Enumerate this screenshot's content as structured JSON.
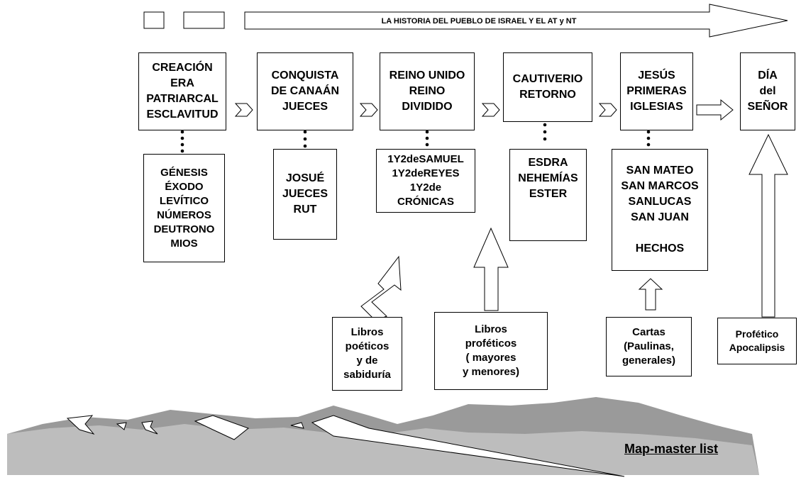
{
  "banner": {
    "title": "LA HISTORIA DEL PUEBLO DE ISRAEL Y EL AT y NT"
  },
  "periods": [
    {
      "label": "CREACIÓN\nERA\nPATRIARCAL\nESCLAVITUD"
    },
    {
      "label": "CONQUISTA\nDE CANAÁN\nJUECES"
    },
    {
      "label": "REINO UNIDO\nREINO\nDIVIDIDO"
    },
    {
      "label": "CAUTIVERIO\nRETORNO"
    },
    {
      "label": "JESÚS\nPRIMERAS\nIGLESIAS"
    },
    {
      "label": "DÍA\ndel\nSEÑOR"
    }
  ],
  "books": [
    {
      "label": "GÉNESIS\nÉXODO\nLEVÍTICO\nNÚMEROS\nDEUTRONO\nMIOS"
    },
    {
      "label": "JOSUÉ\nJUECES\nRUT"
    },
    {
      "label": "1Y2deSAMUEL\n1Y2deREYES\n1Y2de\nCRÓNICAS"
    },
    {
      "label": "ESDRA\nNEHEMÍAS\nESTER"
    },
    {
      "label": "SAN MATEO\nSAN MARCOS\nSANLUCAS\nSAN JUAN\n\nHECHOS"
    }
  ],
  "supplements": [
    {
      "label": "Libros\npoéticos\ny de\nsabiduría"
    },
    {
      "label": "Libros\nproféticos\n( mayores\ny menores)"
    },
    {
      "label": "Cartas\n(Paulinas,\ngenerales)"
    },
    {
      "label": "Profético\nApocalipsis"
    }
  ],
  "footer": {
    "link": "Map-master list"
  },
  "colors": {
    "mountain_dark": "#8c8c8c",
    "mountain_light": "#c8c8c8",
    "snow": "#ffffff"
  }
}
